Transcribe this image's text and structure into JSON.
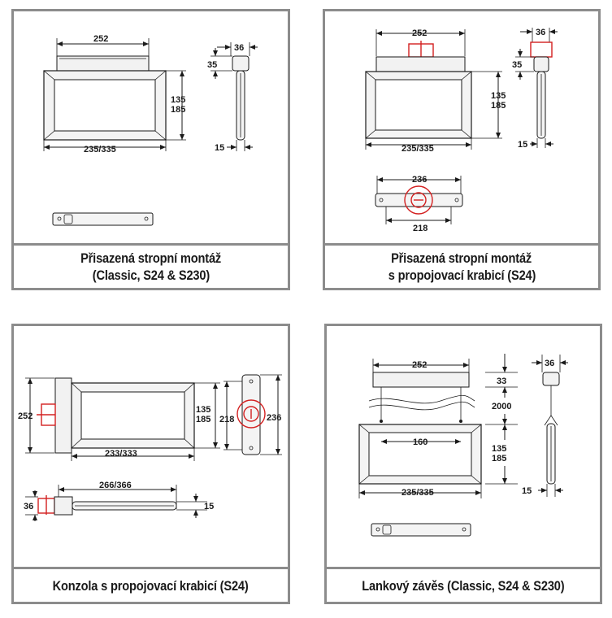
{
  "panels": [
    {
      "caption_line1": "Přisazená stropní montáž",
      "caption_line2": "(Classic, S24 & S230)",
      "dims": {
        "top_width": "252",
        "side_width": "36",
        "side_top": "35",
        "height_a": "135",
        "height_b": "185",
        "bottom_width": "235/335",
        "side_depth": "15"
      }
    },
    {
      "caption_line1": "Přisazená stropní montáž",
      "caption_line2": "s propojovací krabicí (S24)",
      "dims": {
        "top_width": "252",
        "side_width": "36",
        "side_top": "35",
        "height_a": "135",
        "height_b": "185",
        "bottom_width": "235/335",
        "side_depth": "15",
        "box_top": "236",
        "box_bottom": "218"
      }
    },
    {
      "caption_line1": "Konzola s propojovací krabicí (S24)",
      "dims": {
        "left_height": "252",
        "height_a": "135",
        "height_b": "185",
        "bottom_width": "233/333",
        "plate_height_left": "218",
        "plate_height_right": "236",
        "side_width": "266/366",
        "side_left": "36",
        "side_depth": "15"
      }
    },
    {
      "caption_line1": "Lankový závěs (Classic, S24 & S230)",
      "dims": {
        "top_width": "252",
        "drop_a": "33",
        "drop_b": "2000",
        "inner_width": "160",
        "height_a": "135",
        "height_b": "185",
        "bottom_width": "235/335",
        "side_width": "36",
        "side_depth": "15"
      }
    }
  ]
}
